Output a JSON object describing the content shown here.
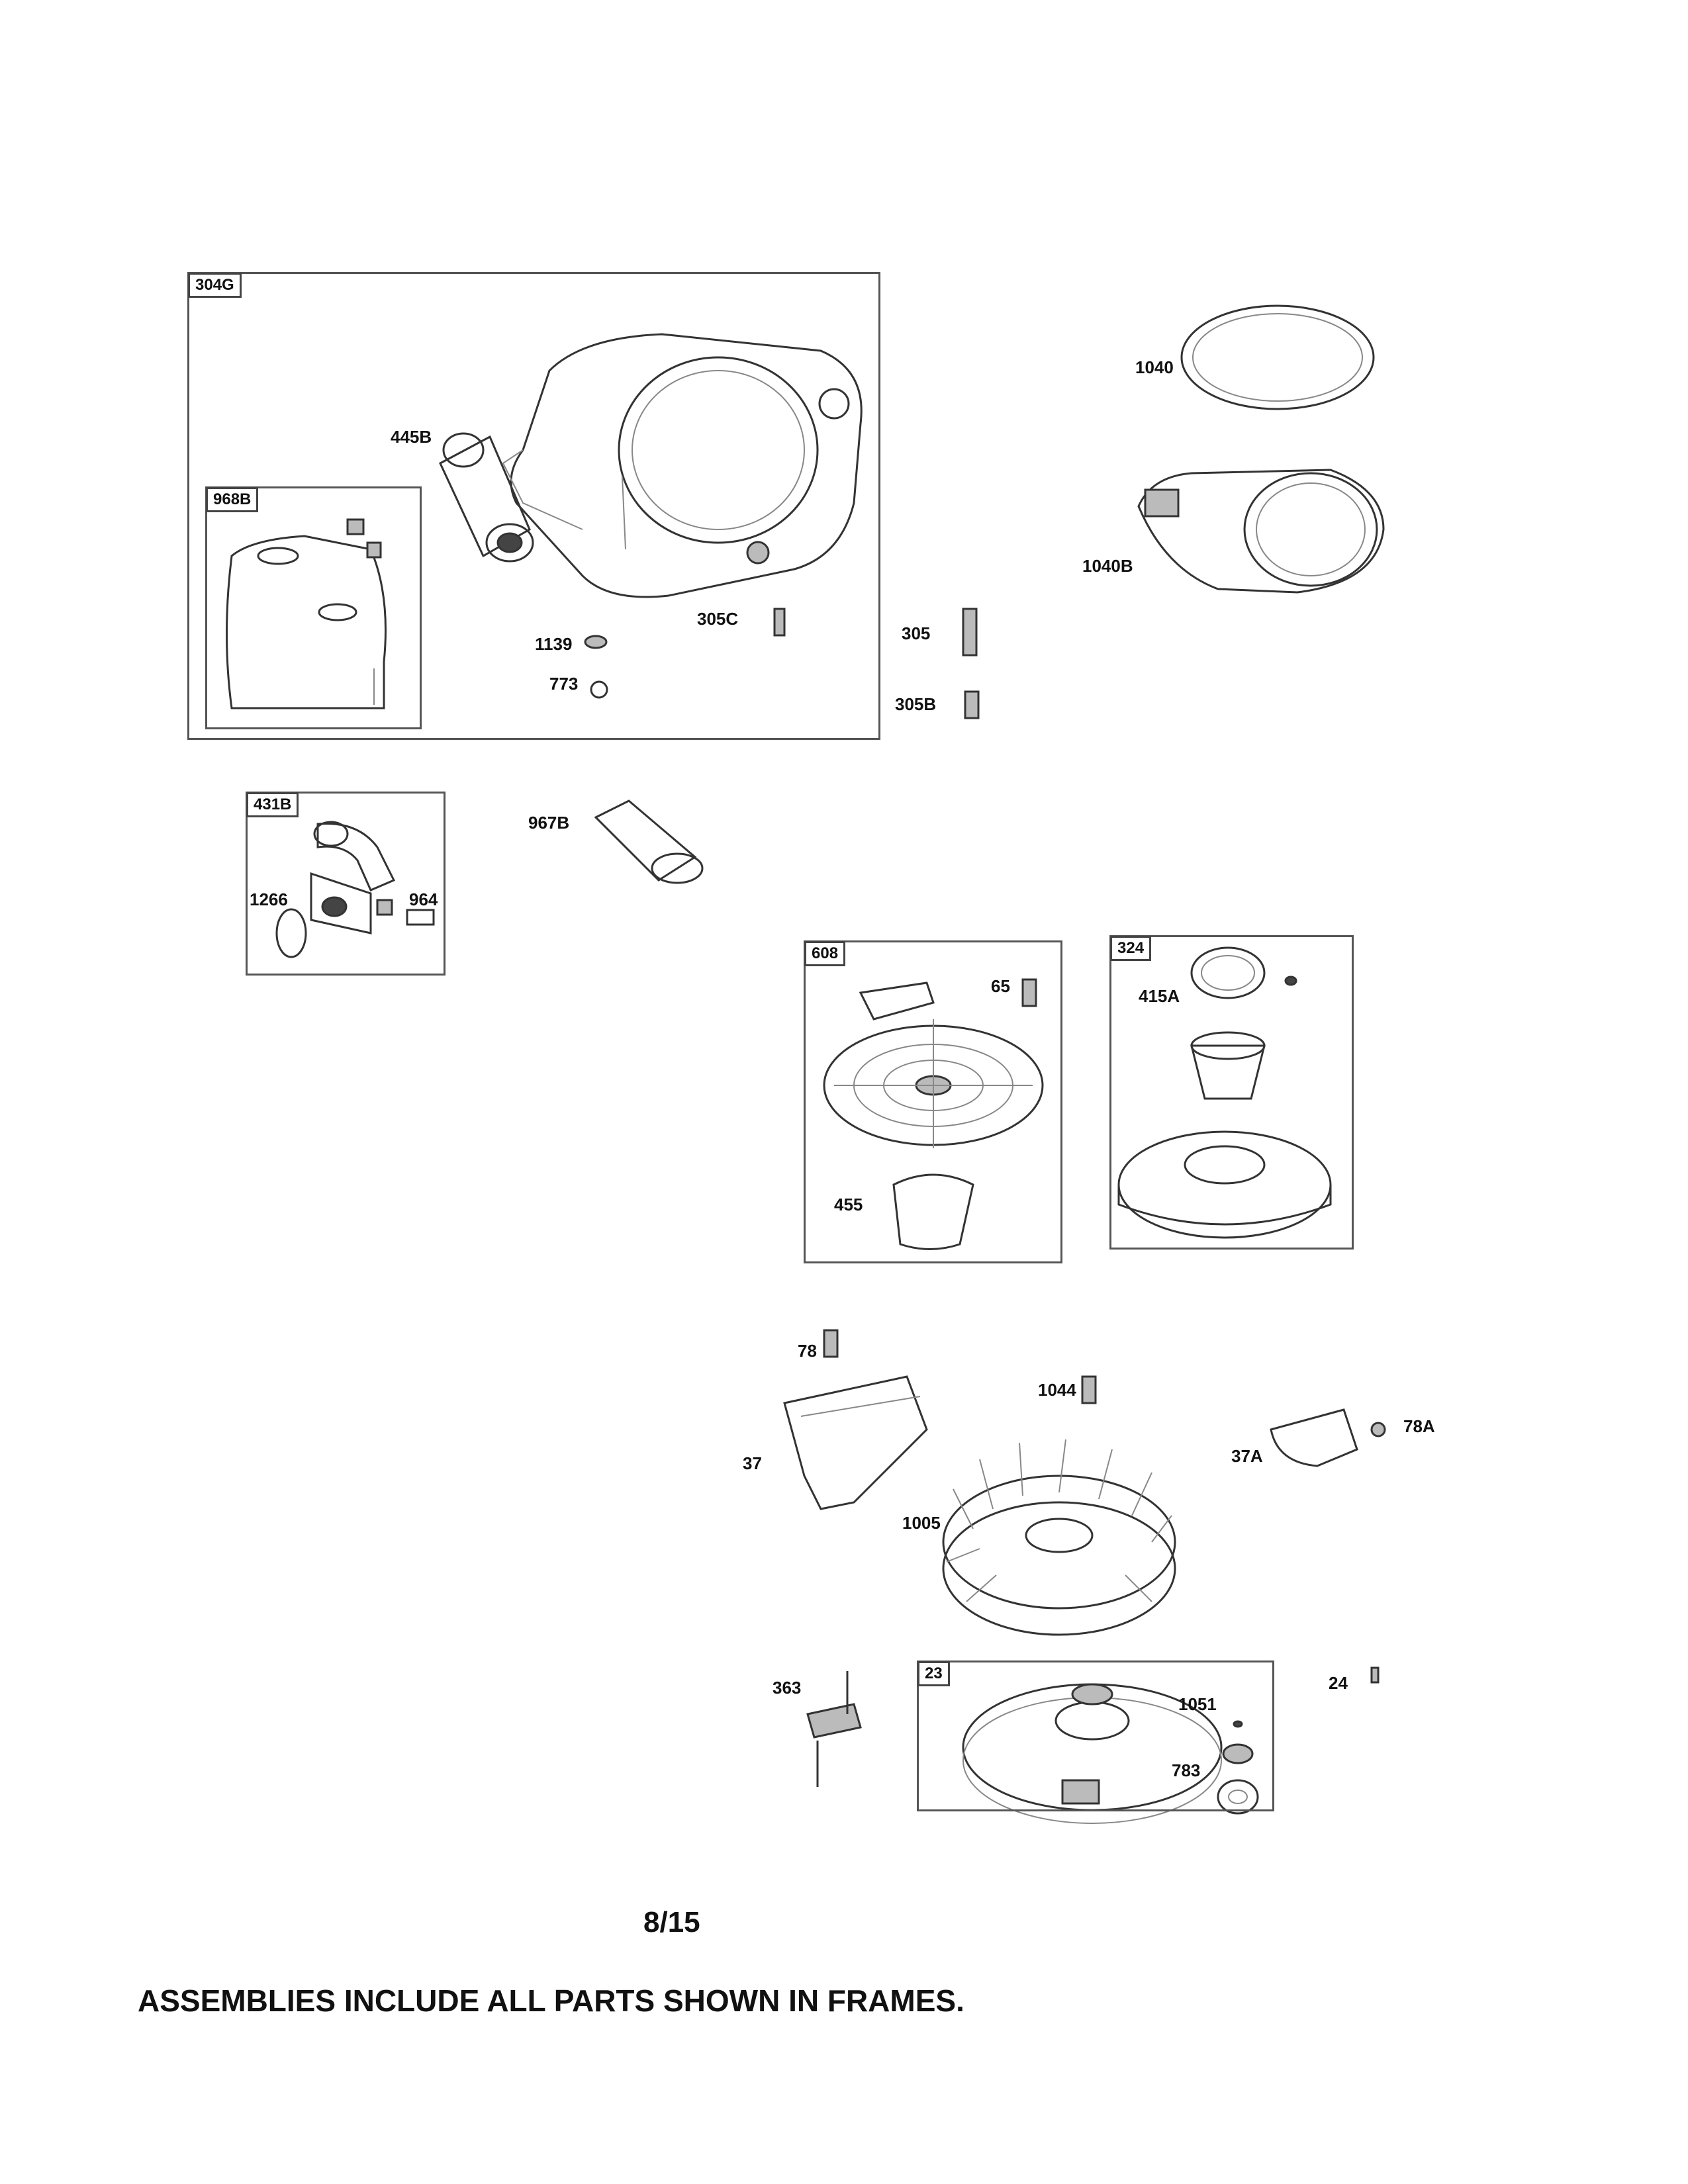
{
  "frames": {
    "f304g": "304G",
    "f968b": "968B",
    "f431b": "431B",
    "f608": "608",
    "f324": "324",
    "f23": "23"
  },
  "parts": {
    "p445b": "445B",
    "p1139": "1139",
    "p773": "773",
    "p305c": "305C",
    "p305": "305",
    "p305b": "305B",
    "p1040": "1040",
    "p1040b": "1040B",
    "p967b": "967B",
    "p1266": "1266",
    "p964": "964",
    "p65": "65",
    "p455": "455",
    "p415a": "415A",
    "p78": "78",
    "p1044": "1044",
    "p37": "37",
    "p37a": "37A",
    "p78a": "78A",
    "p1005": "1005",
    "p363": "363",
    "p1051": "1051",
    "p783": "783",
    "p24": "24"
  },
  "page_number": "8/15",
  "footer_note": "ASSEMBLIES INCLUDE ALL PARTS SHOWN IN FRAMES."
}
